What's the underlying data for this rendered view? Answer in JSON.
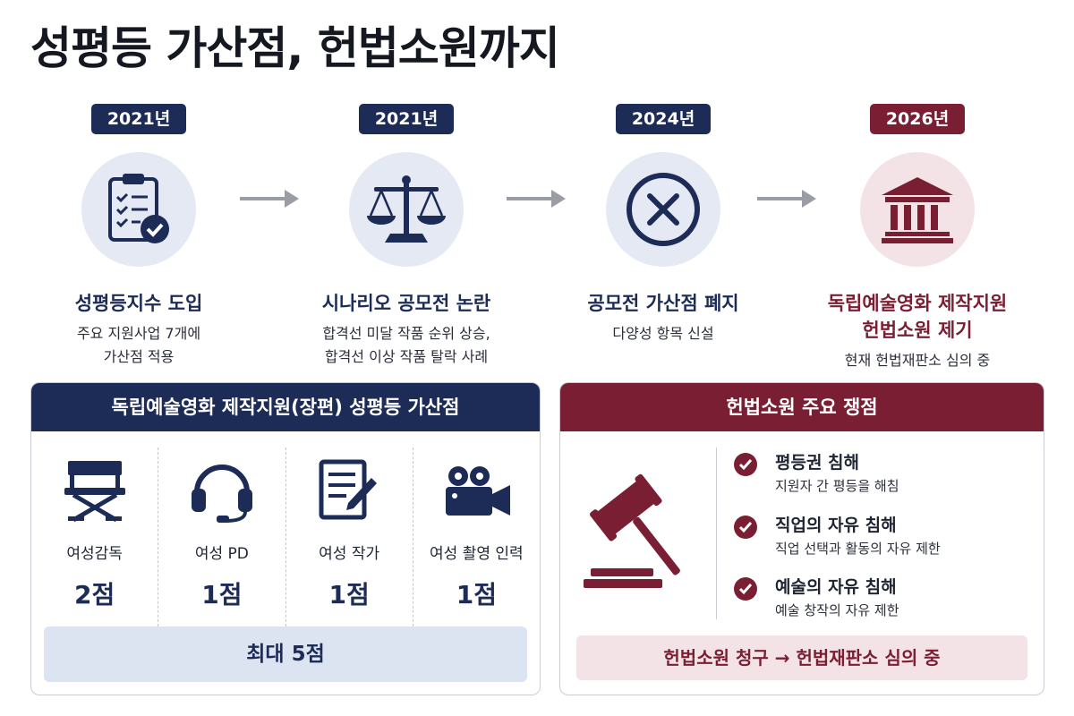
{
  "title": "성평등 가산점, 헌법소원까지",
  "timeline": [
    {
      "year": "2021년",
      "icon": "clipboard-check-icon",
      "title": "성평등지수 도입",
      "desc": [
        "주요 지원사업 7개에",
        "가산점 적용"
      ]
    },
    {
      "year": "2021년",
      "icon": "scales-icon",
      "title": "시나리오 공모전 논란",
      "desc": [
        "합격선 미달 작품 순위 상승,",
        "합격선 이상 작품 탈락 사례"
      ]
    },
    {
      "year": "2024년",
      "icon": "x-circle-icon",
      "title": "공모전 가산점 폐지",
      "desc": [
        "다양성 항목 신설"
      ]
    },
    {
      "year": "2026년",
      "icon": "courthouse-icon",
      "title": [
        "독립예술영화 제작지원",
        "헌법소원 제기"
      ],
      "desc": [
        "현재 헌법재판소 심의 중"
      ]
    }
  ],
  "left_panel": {
    "header": "독립예술영화 제작지원(장편) 성평등 가산점",
    "items": [
      {
        "icon": "director-chair-icon",
        "label": "여성감독",
        "points": "2점"
      },
      {
        "icon": "headset-icon",
        "label": "여성 PD",
        "points": "1점"
      },
      {
        "icon": "script-pen-icon",
        "label": "여성 작가",
        "points": "1점"
      },
      {
        "icon": "film-camera-icon",
        "label": "여성 촬영 인력",
        "points": "1점"
      }
    ],
    "max_label": "최대 5점"
  },
  "right_panel": {
    "header": "헌법소원 주요 쟁점",
    "issues": [
      {
        "title": "평등권 침해",
        "desc": "지원자 간 평등을 해침"
      },
      {
        "title": "직업의 자유 침해",
        "desc": "직업 선택과 활동의 자유 제한"
      },
      {
        "title": "예술의 자유 침해",
        "desc": "예술 창작의 자유 제한"
      }
    ],
    "claim_label": "헌법소원 청구 → 헌법재판소 심의 중"
  },
  "colors": {
    "navy": "#1c2c57",
    "maroon": "#7a1f33",
    "light_blue": "#e4e9f3",
    "light_pink": "#f3e3e6"
  }
}
